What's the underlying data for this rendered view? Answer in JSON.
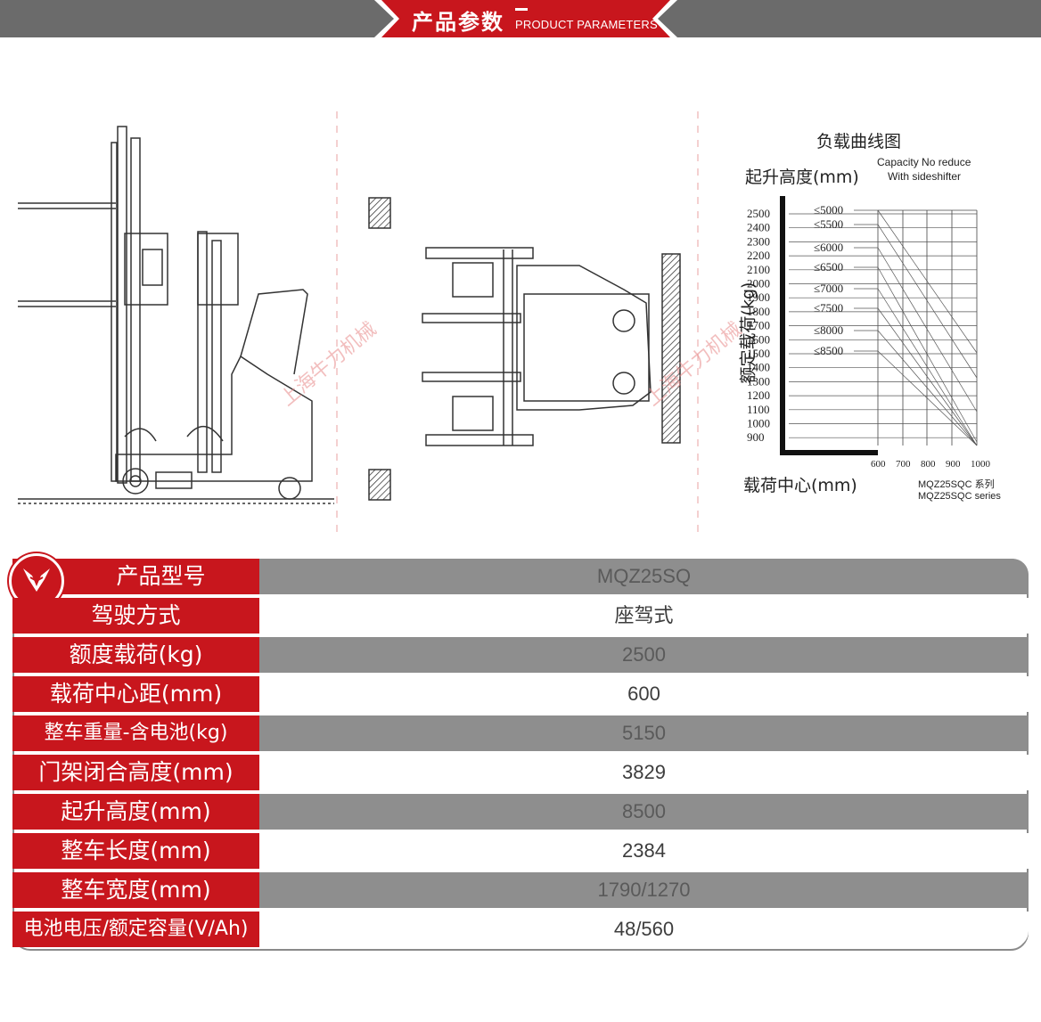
{
  "header": {
    "title_cn": "产品参数",
    "title_en": "PRODUCT PARAMETERS"
  },
  "watermark": "上海牛力机械",
  "load_chart": {
    "title": "负载曲线图",
    "y_axis_top_label": "起升高度(mm)",
    "y_axis_side_label": "额定载荷(kg)",
    "note_line1": "Capacity No reduce",
    "note_line2": "With sideshifter",
    "x_axis_label": "载荷中心(mm)",
    "model_line1": "MQZ25SQC  系列",
    "model_line2": "MQZ25SQC series",
    "y_ticks": [
      "2500",
      "2400",
      "2300",
      "2200",
      "2100",
      "2000",
      "1900",
      "1800",
      "1700",
      "1600",
      "1500",
      "1400",
      "1300",
      "1200",
      "1100",
      "1000",
      "900"
    ],
    "x_ticks": [
      "600",
      "700",
      "800",
      "900",
      "1000"
    ],
    "height_labels": [
      "≤5000",
      "≤5500",
      "≤6000",
      "≤6500",
      "≤7000",
      "≤7500",
      "≤8000",
      "≤8500"
    ]
  },
  "specs": [
    {
      "label": "产品型号",
      "value": "MQZ25SQ"
    },
    {
      "label": "驾驶方式",
      "value": "座驾式"
    },
    {
      "label": "额度载荷(kg)",
      "value": "2500"
    },
    {
      "label": "载荷中心距(mm)",
      "value": "600"
    },
    {
      "label": "整车重量-含电池(kg)",
      "value": "5150"
    },
    {
      "label": "门架闭合高度(mm)",
      "value": "3829"
    },
    {
      "label": "起升高度(mm)",
      "value": "8500"
    },
    {
      "label": "整车长度(mm)",
      "value": "2384"
    },
    {
      "label": "整车宽度(mm)",
      "value": "1790/1270"
    },
    {
      "label": "电池电压/额定容量(V/Ah)",
      "value": "48/560"
    }
  ],
  "colors": {
    "brand_red": "#c8161d",
    "header_gray": "#6b6b6b",
    "row_dark": "#8e8e8e"
  },
  "icons": {
    "brand_logo": "bull-logo-icon"
  }
}
